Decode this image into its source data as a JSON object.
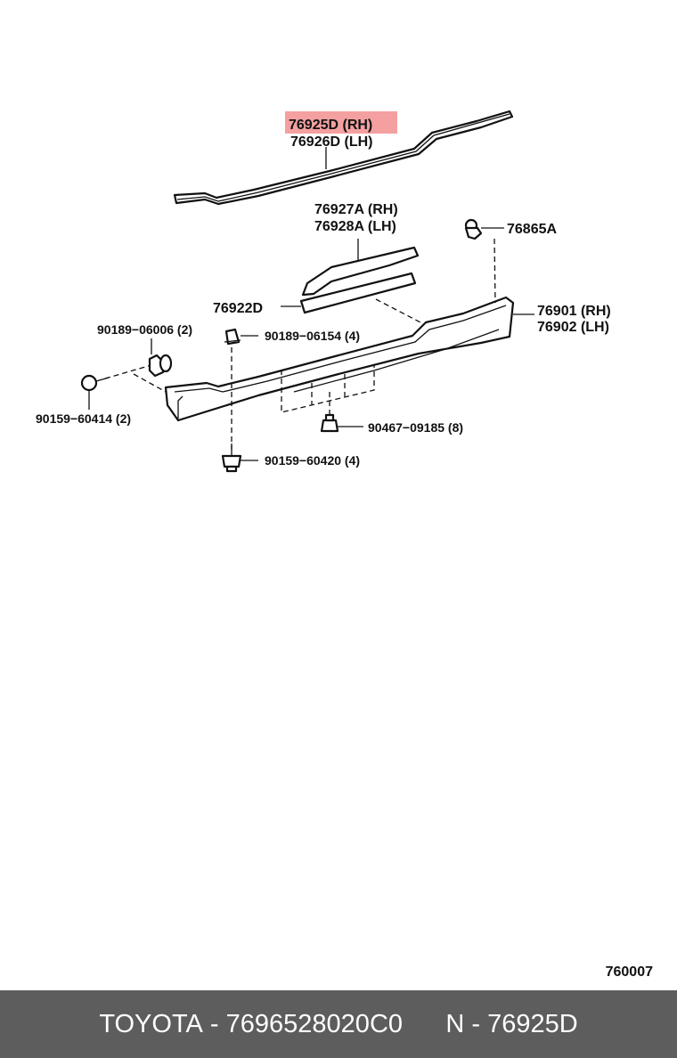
{
  "diagram": {
    "labels": [
      {
        "id": "lbl-76925d",
        "text": "76925D (RH)",
        "highlight": true
      },
      {
        "id": "lbl-76926d",
        "text": "76926D (LH)"
      },
      {
        "id": "lbl-76927a",
        "text": "76927A (RH)"
      },
      {
        "id": "lbl-76928a",
        "text": "76928A (LH)"
      },
      {
        "id": "lbl-76865a",
        "text": "76865A"
      },
      {
        "id": "lbl-76922d",
        "text": "76922D"
      },
      {
        "id": "lbl-76901",
        "text": "76901 (RH)"
      },
      {
        "id": "lbl-76902",
        "text": "76902 (LH)"
      },
      {
        "id": "lbl-90189-06006",
        "text": "90189−06006 (2)"
      },
      {
        "id": "lbl-90189-06154",
        "text": "90189−06154 (4)"
      },
      {
        "id": "lbl-90159-60414",
        "text": "90159−60414 (2)"
      },
      {
        "id": "lbl-90467-09185",
        "text": "90467−09185 (8)"
      },
      {
        "id": "lbl-90159-60420",
        "text": "90159−60420 (4)"
      }
    ],
    "highlight_color": "#f4a0a0",
    "code": "760007"
  },
  "footer": {
    "brand": "TOYOTA",
    "part_number": "7696528020C0",
    "name": "N - 76925D",
    "background": "#5d5d5d"
  }
}
